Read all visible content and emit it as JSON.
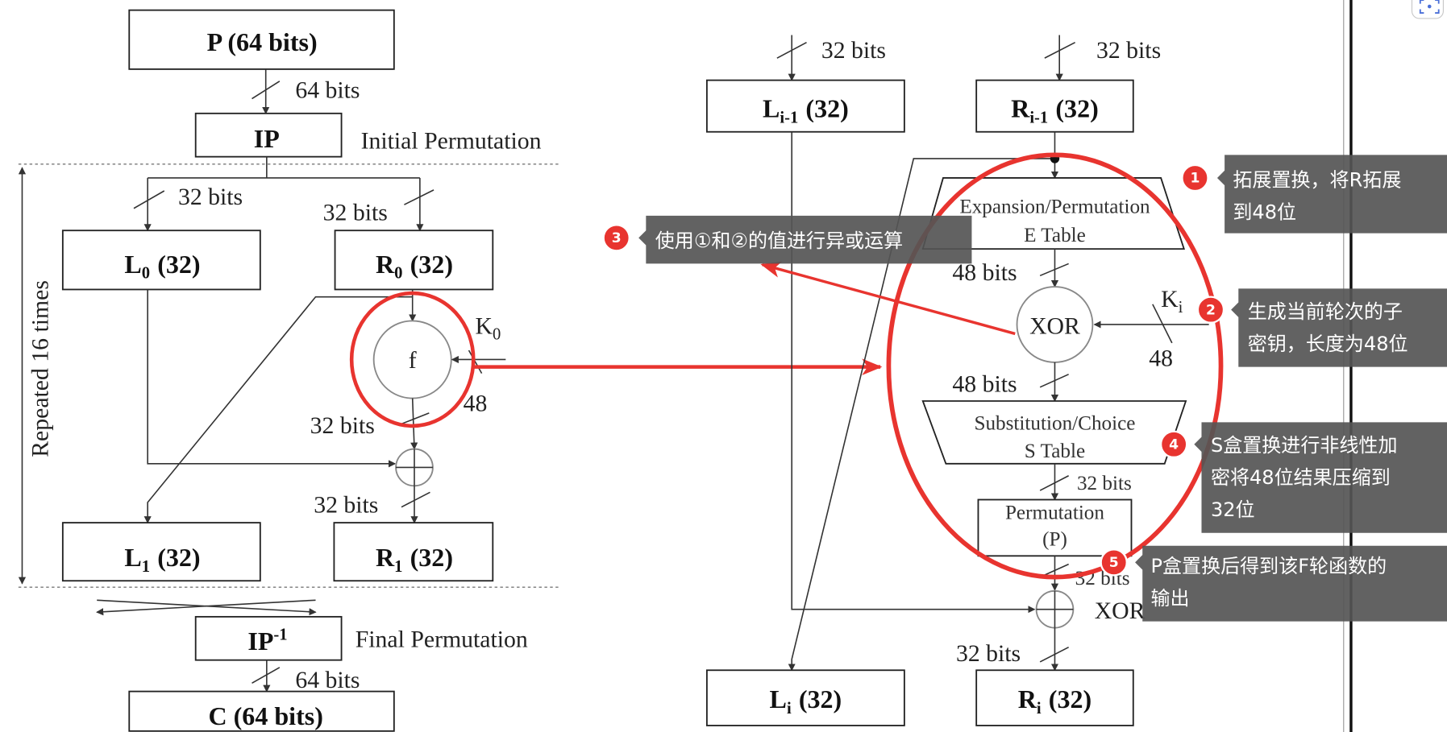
{
  "left": {
    "plaintext_box": "P (64 bits)",
    "bits_64_top": "64 bits",
    "ip_box": "IP",
    "ip_caption": "Initial Permutation",
    "bits_32_left": "32 bits",
    "bits_32_right": "32 bits",
    "l0": {
      "name": "L",
      "sub": "0",
      "size": "(32)"
    },
    "r0": {
      "name": "R",
      "sub": "0",
      "size": "(32)"
    },
    "k0": {
      "name": "K",
      "sub": "0"
    },
    "f_label": "f",
    "key_bits": "48",
    "bits_32_f_out": "32 bits",
    "bits_32_xor_out": "32 bits",
    "l1": {
      "name": "L",
      "sub": "1",
      "size": "(32)"
    },
    "r1": {
      "name": "R",
      "sub": "1",
      "size": "(32)"
    },
    "repeat_label": "Repeated 16 times",
    "ip_inv": {
      "name": "IP",
      "sup": "-1"
    },
    "ip_inv_caption": "Final Permutation",
    "bits_64_bottom": "64 bits",
    "ciphertext_box": "C (64 bits)"
  },
  "right": {
    "bits_32_l_in": "32 bits",
    "bits_32_r_in": "32 bits",
    "l_prev": {
      "name": "L",
      "sub": "i-1",
      "size": "(32)"
    },
    "r_prev": {
      "name": "R",
      "sub": "i-1",
      "size": "(32)"
    },
    "expansion": {
      "line1": "Expansion/Permutation",
      "line2": "E Table"
    },
    "bits_48_e_out": "48 bits",
    "xor_label": "XOR",
    "ki": {
      "name": "K",
      "sub": "i"
    },
    "key_bits": "48",
    "bits_48_xor_out": "48 bits",
    "substitution": {
      "line1": "Substitution/Choice",
      "line2": "S Table"
    },
    "bits_32_s_out": "32 bits",
    "permutation": {
      "line1": "Permutation",
      "line2": "(P)"
    },
    "bits_32_p_out": "32 bits",
    "xor2_label": "XOR",
    "bits_32_xor2_out": "32 bits",
    "l_next": {
      "name": "L",
      "sub": "i",
      "size": "(32)"
    },
    "r_next": {
      "name": "R",
      "sub": "i",
      "size": "(32)"
    }
  },
  "annotations": [
    {
      "number": "1",
      "lines": [
        "拓展置换，将R拓展",
        "到48位"
      ]
    },
    {
      "number": "2",
      "lines": [
        "生成当前轮次的子",
        "密钥，长度为48位"
      ]
    },
    {
      "number": "3",
      "lines": [
        "使用①和②的值进行异或运算"
      ]
    },
    {
      "number": "4",
      "lines": [
        "S盒置换进行非线性加",
        "密将48位结果压缩到",
        "32位"
      ]
    },
    {
      "number": "5",
      "lines": [
        "P盒置换后得到该F轮函数的",
        "输出"
      ]
    }
  ],
  "toolbar": {
    "icon": "screenshot-scan-icon"
  },
  "colors": {
    "annotation_red": "#e8342f",
    "tooltip_bg": "#555555",
    "ink": "#222222"
  }
}
